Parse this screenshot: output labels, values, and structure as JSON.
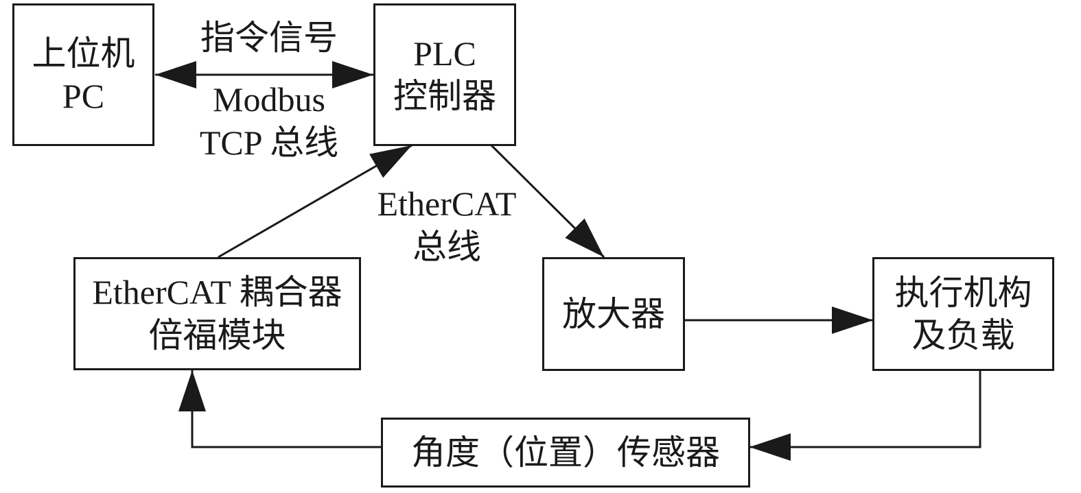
{
  "nodes": {
    "pc": {
      "lines": [
        "上位机",
        "PC"
      ]
    },
    "plc": {
      "lines": [
        "PLC",
        "控制器"
      ]
    },
    "coupler": {
      "lines": [
        "EtherCAT 耦合器",
        "倍福模块"
      ]
    },
    "amplifier": {
      "lines": [
        "放大器"
      ]
    },
    "actuator": {
      "lines": [
        "执行机构",
        "及负载"
      ]
    },
    "sensor": {
      "lines": [
        "角度（位置）传感器"
      ]
    }
  },
  "edges": {
    "pc_plc": {
      "top_label": "指令信号",
      "bottom_lines": [
        "Modbus",
        "TCP 总线"
      ]
    },
    "coupler_plc": {
      "lines": [
        "EtherCAT",
        "总线"
      ]
    }
  },
  "colors": {
    "stroke": "#1a1a1a",
    "background": "#ffffff"
  }
}
